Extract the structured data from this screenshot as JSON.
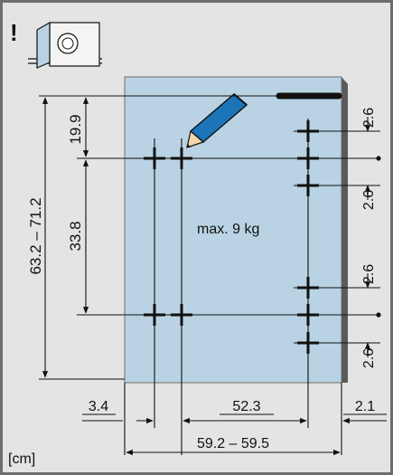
{
  "diagram": {
    "warning_symbol": "!",
    "unit_label": "[cm]",
    "load_label": "max. 9 kg",
    "dimensions": {
      "total_height": "63.2 – 71.2",
      "top_offset": "19.9",
      "hole_spacing_vertical": "33.8",
      "left_offset": "3.4",
      "hole_spacing_horizontal": "52.3",
      "right_offset": "2.1",
      "total_width": "59.2 – 59.5",
      "right_top_gap": "2.6",
      "right_upper_gap": "2.6",
      "right_lower_top_gap": "2.6",
      "right_bottom_gap": "2.6"
    },
    "colors": {
      "panel_fill": "#b9d3e4",
      "background": "#e4e4e4",
      "marker_stroke": "#1c75b8",
      "line": "#111111"
    },
    "icons": [
      "appliance-icon",
      "pencil-icon",
      "drill-mark-icon"
    ]
  }
}
